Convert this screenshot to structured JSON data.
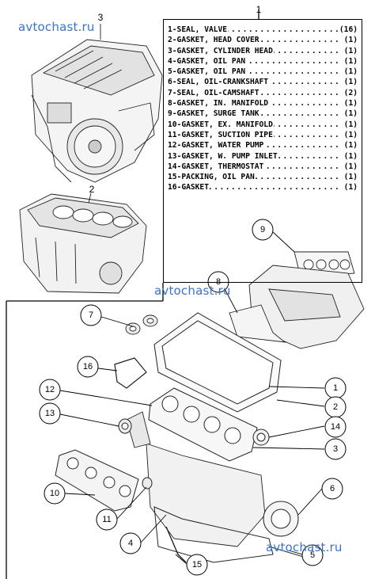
{
  "watermarks": [
    "avtochast.ru",
    "avtochast.ru",
    "avtochast.ru"
  ],
  "kit": {
    "number": "1",
    "items": [
      {
        "label": "1-SEAL, VALVE",
        "qty": "(16)"
      },
      {
        "label": "2-GASKET, HEAD COVER",
        "qty": "(1)"
      },
      {
        "label": "3-GASKET, CYLINDER HEAD",
        "qty": "(1)"
      },
      {
        "label": "4-GASKET, OIL PAN",
        "qty": "(1)"
      },
      {
        "label": "5-GASKET, OIL PAN",
        "qty": "(1)"
      },
      {
        "label": "6-SEAL, OIL-CRANKSHAFT",
        "qty": "(1)"
      },
      {
        "label": "7-SEAL, OIL-CAMSHAFT",
        "qty": "(2)"
      },
      {
        "label": "8-GASKET, IN. MANIFOLD",
        "qty": "(1)"
      },
      {
        "label": "9-GASKET, SURGE TANK",
        "qty": "(1)"
      },
      {
        "label": "10-GASKET, EX. MANIFOLD",
        "qty": "(1)"
      },
      {
        "label": "11-GASKET, SUCTION PIPE",
        "qty": "(1)"
      },
      {
        "label": "12-GASKET, WATER PUMP",
        "qty": "(1)"
      },
      {
        "label": "13-GASKET, W. PUMP INLET",
        "qty": "(1)"
      },
      {
        "label": "14-GASKET, THERMOSTAT",
        "qty": "(1)"
      },
      {
        "label": "15-PACKING, OIL PAN",
        "qty": "(1)"
      },
      {
        "label": "16-GASKET",
        "qty": "(1)"
      }
    ]
  },
  "refs": {
    "engine_assembly": "3",
    "cylinder_block": "2"
  },
  "callouts": [
    "9",
    "8",
    "7",
    "16",
    "12",
    "13",
    "1",
    "2",
    "14",
    "3",
    "6",
    "10",
    "11",
    "4",
    "15",
    "5"
  ]
}
